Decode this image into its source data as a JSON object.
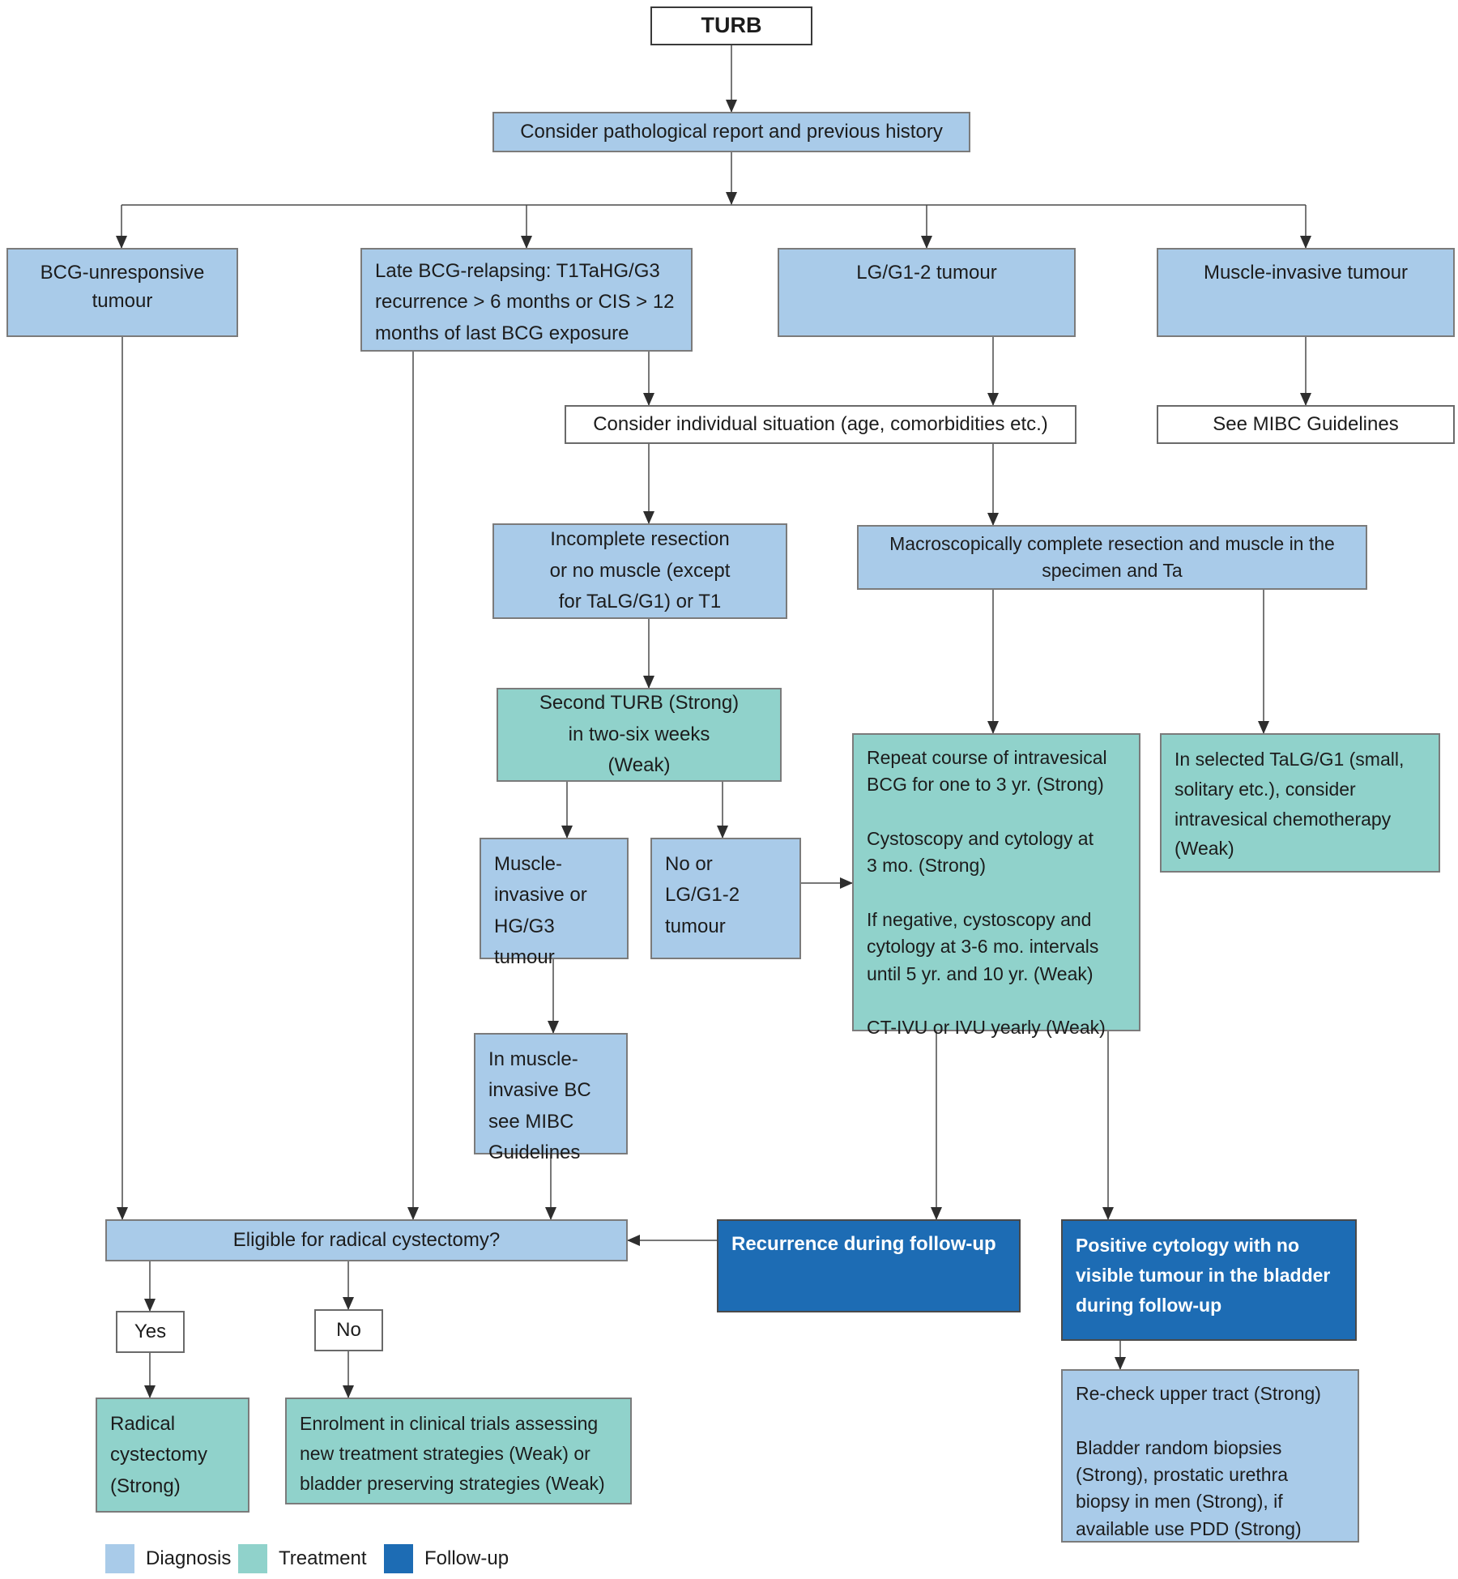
{
  "diagram": {
    "type": "flowchart",
    "topic": "TURB management flowchart",
    "colors": {
      "diagnosis": "#a9cbe9",
      "treatment": "#90d2cb",
      "follow_up": "#1d6cb4"
    },
    "nodes": {
      "turb": "TURB",
      "consider_report": "Consider pathological report and previous history",
      "bcg_unresponsive": "BCG-unresponsive tumour",
      "late_bcg_relapsing": "Late BCG-relapsing: T1TaHG/G3\nrecurrence > 6 months or CIS > 12\nmonths of last BCG exposure",
      "lg_g12_tumour": "LG/G1-2 tumour",
      "muscle_invasive_tumour": "Muscle-invasive tumour",
      "consider_individual": "Consider individual situation (age, comorbidities etc.)",
      "see_mibc": "See MIBC Guidelines",
      "incomplete_resection": "Incomplete resection\nor no muscle (except\nfor TaLG/G1) or T1",
      "macroscopic_complete": "Macroscopically complete resection and muscle in the\nspecimen and Ta",
      "second_turb": "Second TURB (Strong)\nin two-six weeks\n(Weak)",
      "muscle_invasive_hg": "Muscle-\ninvasive or\nHG/G3\ntumour",
      "no_or_lg": "No or\nLG/G1-2\ntumour",
      "repeat_bcg": "Repeat course of intravesical\nBCG for one to 3 yr. (Strong)\n\nCystoscopy and cytology at\n3 mo. (Strong)\n\nIf negative, cystoscopy and\ncytology at 3-6 mo. intervals\nuntil 5 yr. and 10 yr. (Weak)\n\nCT-IVU or IVU yearly (Weak)",
      "in_selected_talg": "In selected TaLG/G1 (small,\nsolitary etc.), consider\nintravesical chemotherapy\n(Weak)",
      "in_mibc_see_guidelines": "In muscle-\ninvasive BC\nsee MIBC\nGuidelines",
      "eligible_rc": "Eligible for radical cystectomy?",
      "recurrence_followup": "Recurrence during follow-up",
      "positive_cytology": "Positive cytology with no\nvisible tumour in the bladder\nduring follow-up",
      "yes": "Yes",
      "no": "No",
      "radical_cystectomy": "Radical\ncystectomy\n(Strong)",
      "enrolment": "Enrolment in clinical trials assessing\nnew treatment strategies (Weak) or\nbladder preserving strategies (Weak)",
      "recheck_upper_tract": "Re-check upper tract (Strong)\n\nBladder random biopsies\n(Strong), prostatic urethra\nbiopsy in men (Strong), if\navailable use PDD (Strong)"
    },
    "legend": {
      "diagnosis": {
        "label": "Diagnosis",
        "color": "#a9cbe9"
      },
      "treatment": {
        "label": "Treatment",
        "color": "#90d2cb"
      },
      "follow_up": {
        "label": "Follow-up",
        "color": "#1d6cb4"
      }
    }
  }
}
